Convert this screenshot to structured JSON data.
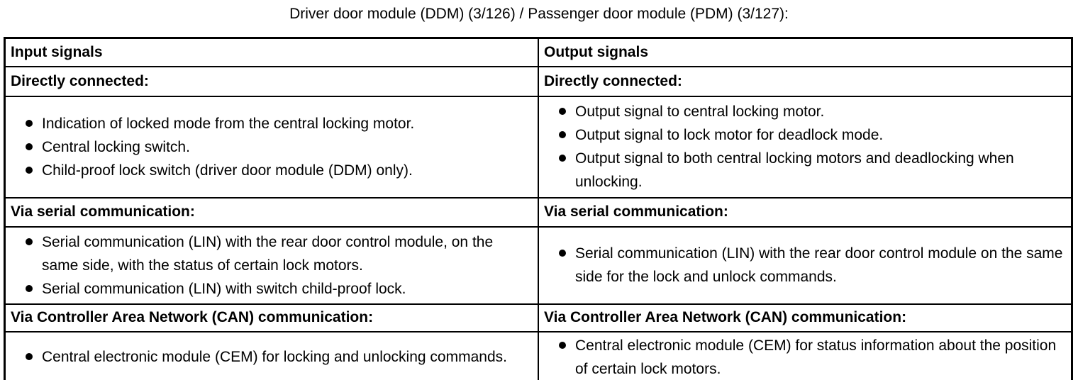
{
  "page": {
    "title": "Driver door module (DDM) (3/126) / Passenger door module (PDM) (3/127):"
  },
  "colors": {
    "text": "#000000",
    "border": "#000000",
    "background": "#ffffff"
  },
  "table": {
    "input": {
      "header": "Input signals",
      "direct_heading": "Directly connected:",
      "direct_bullets": [
        "Indication of locked mode from the central locking motor.",
        "Central locking switch.",
        "Child-proof lock switch (driver door module (DDM) only)."
      ],
      "serial_heading": "Via serial communication:",
      "serial_bullets": [
        "Serial communication (LIN) with the rear door control module, on the same side, with the status of certain lock motors.",
        "Serial communication (LIN) with switch child-proof lock."
      ],
      "can_heading": "Via Controller Area Network (CAN) communication:",
      "can_bullets": [
        "Central electronic module (CEM) for locking and unlocking commands."
      ]
    },
    "output": {
      "header": "Output signals",
      "direct_heading": "Directly connected:",
      "direct_bullets": [
        "Output signal to central locking motor.",
        "Output signal to lock motor for deadlock mode.",
        "Output signal to both central locking motors and deadlocking when unlocking."
      ],
      "serial_heading": "Via serial communication:",
      "serial_bullets": [
        "Serial communication (LIN) with the rear door control module on the same side for the lock and unlock commands."
      ],
      "can_heading": "Via Controller Area Network (CAN) communication:",
      "can_bullets": [
        "Central electronic module (CEM) for status information about the position of certain lock motors."
      ]
    }
  }
}
